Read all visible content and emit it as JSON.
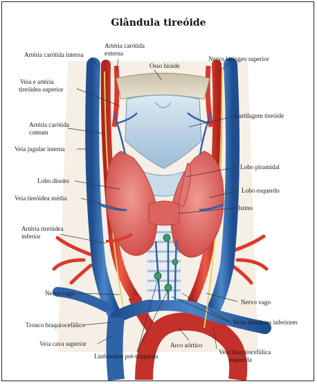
{
  "title": "Glândula tireóide",
  "labels": {
    "carotida_interna": "Artéria carótida interna",
    "carotida_externa_1": "Artéria carótida",
    "carotida_externa_2": "externa",
    "osso_hioide": "Osso hioide",
    "nervo_laringeo": "Nervo laríngeo superior",
    "veia_arteria_sup_1": "Veia e artéria",
    "veia_arteria_sup_2": "tireóidea superior",
    "cartilagem": "Cartilagem tireóide",
    "carotida_comum_1": "Artéria carótida",
    "carotida_comum_2": "comum",
    "jugular": "Veia jugular interna",
    "lobo_piramidal": "Lobo piramidal",
    "lobo_direito": "Lobo direito",
    "lobo_esquerdo": "Lobo esquerdo",
    "veia_media": "Veia tireóidea média",
    "istmo": "Istmo",
    "arteria_inf_1": "Artéria tireóidea",
    "arteria_inf_2": "inferior",
    "nervo_vago_l": "Nervo vago",
    "nervo_vago_r": "Nervo vago",
    "tronco": "Tronco braquiocefálico",
    "veias_inf": "Veias tiroideias inferiores",
    "cava": "Veia cava superior",
    "arco": "Arco aórtico",
    "braquio_1": "Veia braquiocefálica",
    "braquio_2": "esquerda",
    "linfonodos": "Linfonodos pré-traqueais"
  },
  "colors": {
    "vein": "#2f63a8",
    "artery": "#d93a2e",
    "thyroid": "#e5706b",
    "cartilage": "#b9d3e6",
    "nerve": "#e8d060"
  }
}
